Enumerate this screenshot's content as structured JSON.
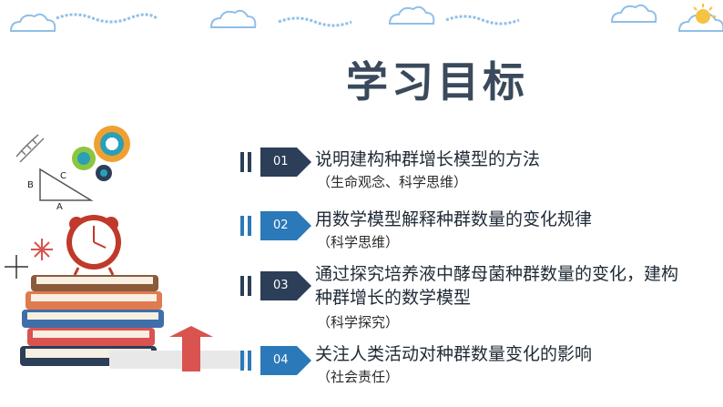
{
  "title": "学习目标",
  "objectives": [
    {
      "num": "01",
      "main": "说明建构种群增长模型的方法",
      "sub": "（生命观念、科学思维）"
    },
    {
      "num": "02",
      "main": "用数学模型解释种群数量的变化规律",
      "sub": "（科学思维）"
    },
    {
      "num": "03",
      "main": "通过探究培养液中酵母菌种群数量的变化，建构种群增长的数学模型",
      "sub": "（科学探究）"
    },
    {
      "num": "04",
      "main": "关注人类活动对种群数量变化的影响",
      "sub": "（社会责任）"
    }
  ],
  "triangle_labels": {
    "a": "A",
    "b": "B",
    "c": "C"
  },
  "colors": {
    "badge_dark": "#2c3e58",
    "badge_blue": "#2b79b8",
    "title": "#3a4a5c",
    "cloud": "#8fbfe8",
    "book_red": "#d9534f",
    "book_blue": "#3f6fa8",
    "clock": "#c0392b"
  }
}
